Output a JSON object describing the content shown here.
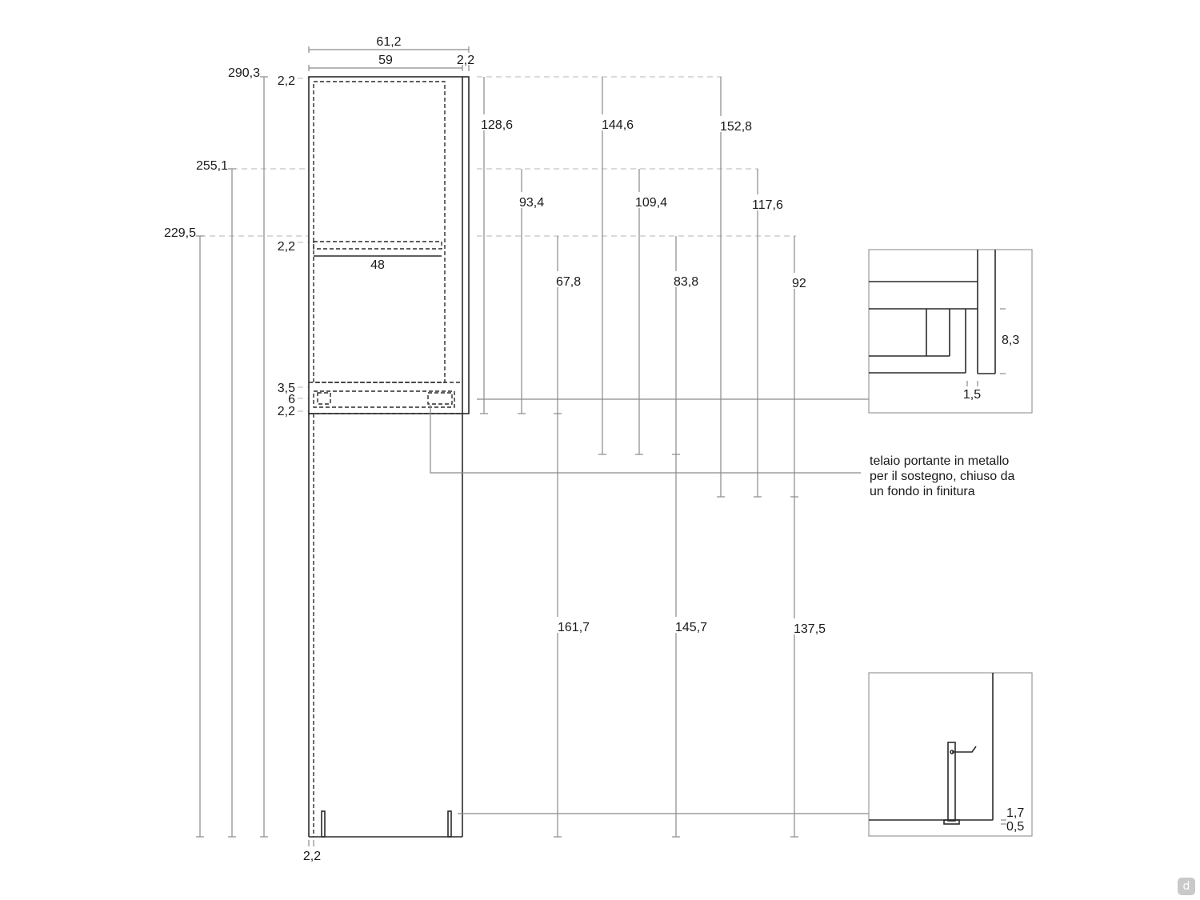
{
  "dimensions": {
    "total_width": "61,2",
    "inner_width": "59",
    "side_thickness_right": "2,2",
    "top_thickness": "2,2",
    "shelf_thickness": "2,2",
    "shelf_width": "48",
    "rail_top": "3,5",
    "rail_height": "6",
    "rail_bottom": "2,2",
    "bottom_side": "2,2",
    "height_a": "290,3",
    "height_b": "255,1",
    "height_c": "229,5",
    "upper_a": "128,6",
    "upper_b": "144,6",
    "upper_c": "152,8",
    "mid_a": "93,4",
    "mid_b": "109,4",
    "mid_c": "117,6",
    "low_a": "67,8",
    "low_b": "83,8",
    "low_c": "92",
    "floor_a": "161,7",
    "floor_b": "145,7",
    "floor_c": "137,5"
  },
  "detail_top": {
    "height": "8,3",
    "thickness": "1,5"
  },
  "detail_bottom": {
    "foot_a": "1,7",
    "foot_b": "0,5"
  },
  "note": {
    "line1": "telaio portante in metallo",
    "line2": "per il sostegno, chiuso da",
    "line3": "un fondo in finitura"
  },
  "badge": "d"
}
